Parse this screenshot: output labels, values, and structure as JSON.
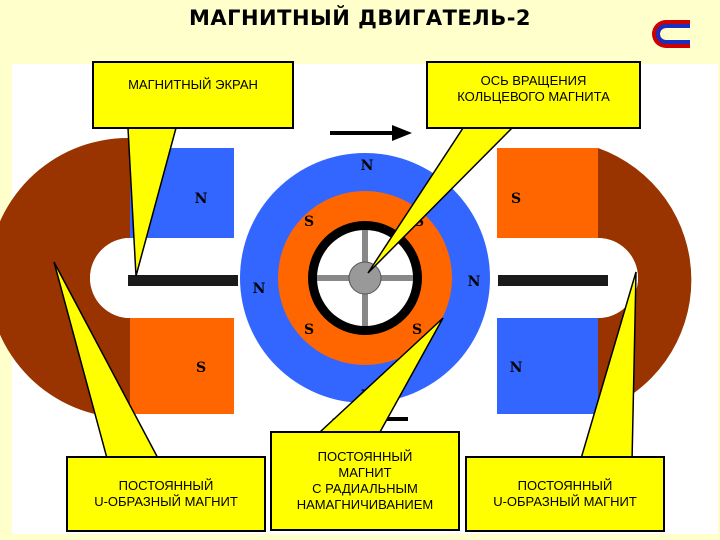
{
  "title": "МАГНИТНЫЙ ДВИГАТЕЛЬ-2",
  "logo_icon": "horseshoe-magnet-icon",
  "callouts": {
    "screen": "МАГНИТНЫЙ ЭКРАН",
    "axis": "ОСЬ ВРАЩЕНИЯ\nКОЛЬЦЕВОГО МАГНИТА",
    "left_magnet": "ПОСТОЯННЫЙ\nU-ОБРАЗНЫЙ МАГНИТ",
    "radial_magnet": "ПОСТОЯННЫЙ\nМАГНИТ\nС РАДИАЛЬНЫМ\nНАМАГНИЧИВАНИЕМ",
    "right_magnet": "ПОСТОЯННЫЙ\nU-ОБРАЗНЫЙ МАГНИТ"
  },
  "poles": {
    "n": "N",
    "s": "S"
  },
  "colors": {
    "background": "#ffffcc",
    "brown": "#993300",
    "blue": "#3366ff",
    "orange": "#ff6600",
    "callout": "#ffff00"
  }
}
